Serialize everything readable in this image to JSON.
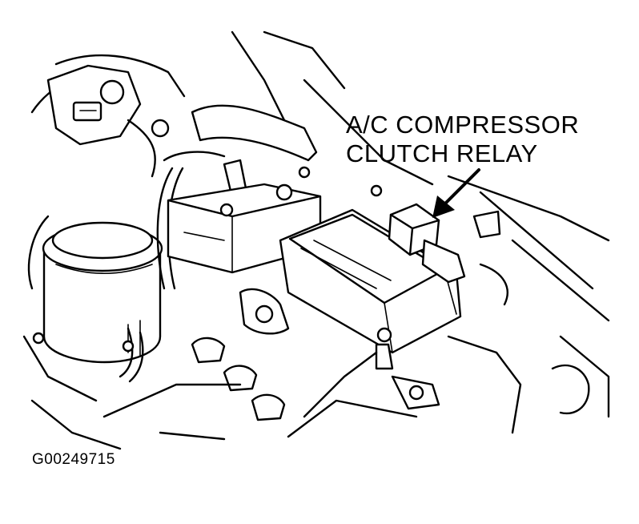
{
  "callout": {
    "line1": "A/C COMPRESSOR",
    "line2": "CLUTCH RELAY"
  },
  "figure_id": "G00249715"
}
